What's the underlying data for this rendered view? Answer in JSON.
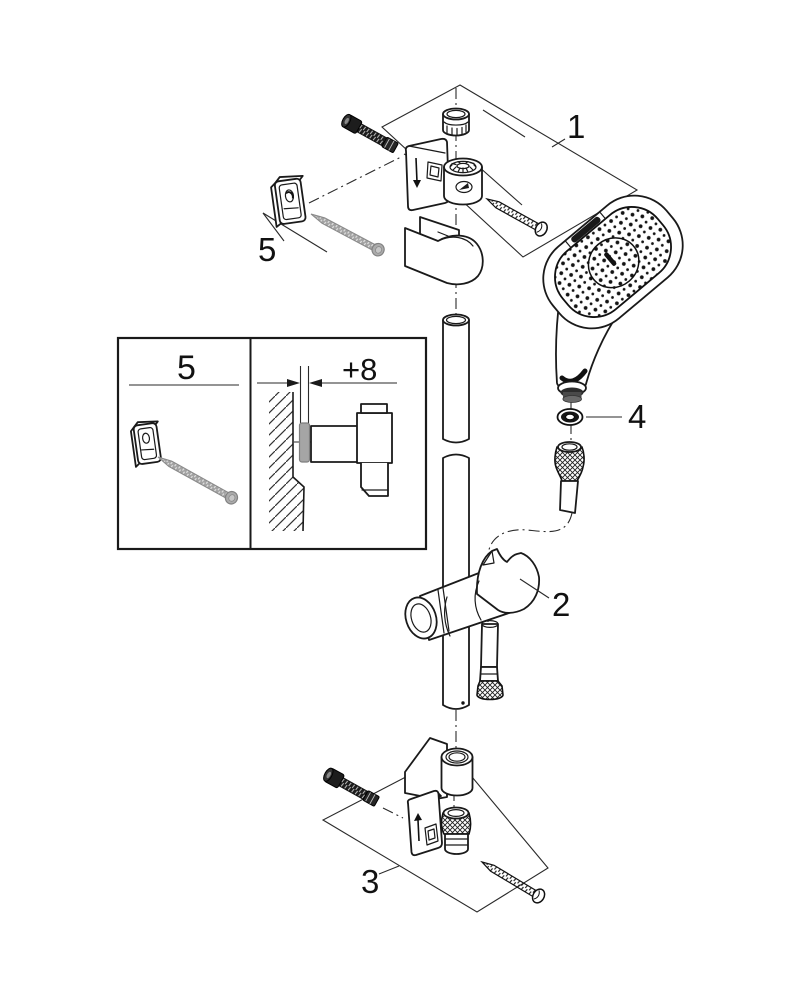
{
  "figure": {
    "kind": "exploded-parts-diagram",
    "background_color": "#ffffff",
    "line_color": "#1a1a1a",
    "gray_part_color": "#a5a5a5"
  },
  "callouts": {
    "part1": "1",
    "part2": "2",
    "part3": "3",
    "part4": "4",
    "part5": "5"
  },
  "inset": {
    "panel_label": "5",
    "offset_dimension": "+8"
  }
}
